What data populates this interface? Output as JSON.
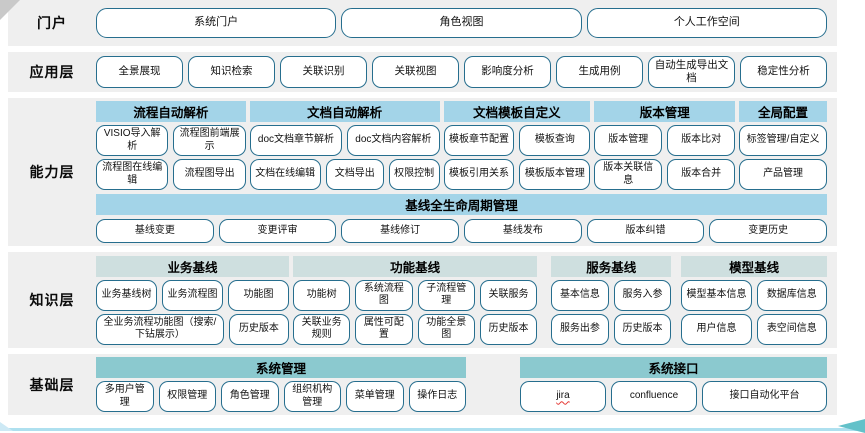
{
  "colors": {
    "band_bg": "#efefef",
    "capability_header": "#a3d4e8",
    "knowledge_header": "#cedfdf",
    "base_header": "#8bc9cf",
    "button_border": "#266e8e",
    "bottom_line": "#aee0ef",
    "arrow": "#63c1c9"
  },
  "portal": {
    "label": "门户",
    "buttons": [
      "系统门户",
      "角色视图",
      "个人工作空间"
    ]
  },
  "app_layer": {
    "label": "应用层",
    "buttons": [
      "全景展现",
      "知识检索",
      "关联识别",
      "关联视图",
      "影响度分析",
      "生成用例",
      "自动生成导出文档",
      "稳定性分析"
    ]
  },
  "capability_layer": {
    "label": "能力层",
    "groups": [
      {
        "title": "流程自动解析",
        "flex": 150,
        "rows": [
          [
            "VISIO导入解析",
            "流程图前端展示"
          ],
          [
            "流程图在线编辑",
            "流程图导出"
          ]
        ]
      },
      {
        "title": "文档自动解析",
        "flex": 190,
        "rows": [
          [
            "doc文档章节解析",
            "doc文档内容解析"
          ],
          [
            {
              "text": "文档在线编辑",
              "grow": 1.25
            },
            "文档导出",
            {
              "text": "权限控制",
              "grow": 0.85
            }
          ]
        ]
      },
      {
        "title": "文档模板自定义",
        "flex": 147,
        "rows": [
          [
            "模板章节配置",
            "模板查询"
          ],
          [
            "模板引用关系",
            "模板版本管理"
          ]
        ]
      },
      {
        "title": "版本管理",
        "flex": 141,
        "rows": [
          [
            "版本管理",
            "版本比对"
          ],
          [
            "版本关联信息",
            "版本合并"
          ]
        ]
      },
      {
        "title": "全局配置",
        "flex": 88,
        "rows": [
          [
            "标签管理/自定义"
          ],
          [
            "产品管理"
          ]
        ]
      }
    ],
    "banner": "基线全生命周期管理",
    "banner_buttons": [
      "基线变更",
      "变更评审",
      "基线修订",
      "基线发布",
      "版本纠错",
      "变更历史"
    ]
  },
  "knowledge_layer": {
    "label": "知识层",
    "groups": [
      {
        "title": "业务基线",
        "flex": 196,
        "rows": [
          [
            "业务基线树",
            "业务流程图",
            "功能图"
          ],
          [
            {
              "text": "全业务流程功能图（搜索/下钻展示）",
              "grow": 2.3
            },
            "历史版本"
          ]
        ]
      },
      {
        "title": "功能基线",
        "flex": 248,
        "rows": [
          [
            "功能树",
            "系统流程图",
            "子流程管理",
            "关联服务"
          ],
          [
            "关联业务规则",
            "属性可配置",
            "功能全景图",
            "历史版本"
          ]
        ]
      },
      {
        "title": "服务基线",
        "flex": 122,
        "gap": 10,
        "rows": [
          [
            "基本信息",
            "服务入参"
          ],
          [
            "服务出参",
            "历史版本"
          ]
        ]
      },
      {
        "title": "模型基线",
        "flex": 148,
        "gap": 6,
        "rows": [
          [
            "模型基本信息",
            "数据库信息"
          ],
          [
            "用户信息",
            "表空间信息"
          ]
        ]
      }
    ]
  },
  "base_layer": {
    "label": "基础层",
    "groups": [
      {
        "title": "系统管理",
        "flex": 370,
        "rows": [
          [
            "多用户管理",
            "权限管理",
            "角色管理",
            "组织机构管理",
            "菜单管理",
            "操作日志"
          ]
        ]
      },
      {
        "title": "系统接口",
        "flex": 307,
        "gap": 50,
        "rows": [
          [
            {
              "text": "jira",
              "squiggle": true
            },
            "confluence",
            {
              "text": "接口自动化平台",
              "grow": 1.5
            }
          ]
        ]
      }
    ]
  }
}
